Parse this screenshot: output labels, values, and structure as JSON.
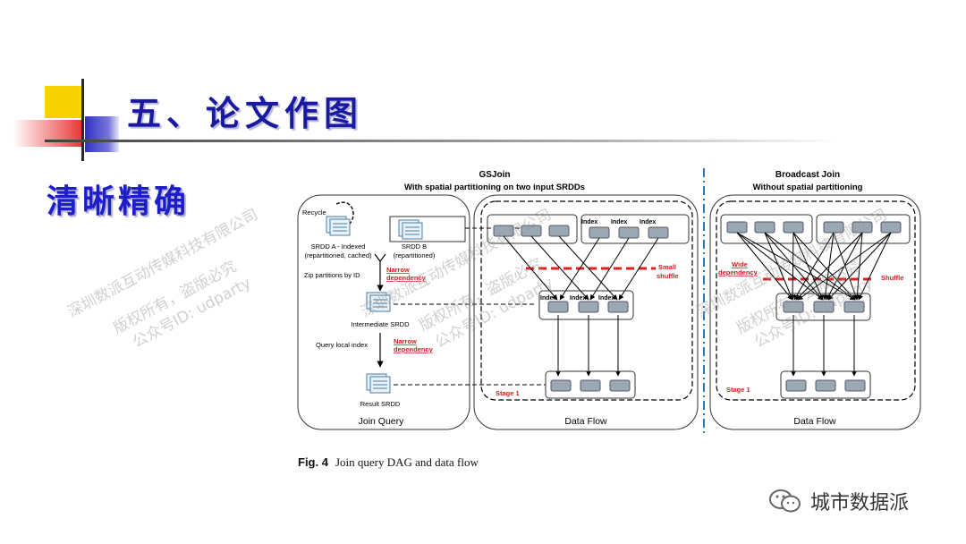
{
  "slide": {
    "title": "五、论文作图",
    "subtitle": "清晰精确"
  },
  "figure": {
    "gsjoin_title": "GSJoin",
    "gsjoin_subtitle": "With spatial partitioning on two input SRDDs",
    "broadcast_title": "Broadcast Join",
    "broadcast_subtitle": "Without spatial partitioning",
    "recycle": "Recycle",
    "srdd_a_1": "SRDD A - Indexed",
    "srdd_a_2": "(repartitioned, cached)",
    "srdd_b_1": "SRDD B",
    "srdd_b_2": "(repartitioned)",
    "zip_label": "Zip partitions by ID",
    "narrow1_a": "Narrow",
    "narrow1_b": "dependency",
    "intermediate": "Intermediate SRDD",
    "query_local": "Query local index",
    "narrow2_a": "Narrow",
    "narrow2_b": "dependency",
    "result": "Result SRDD",
    "join_query": "Join Query",
    "data_flow_1": "Data Flow",
    "data_flow_2": "Data Flow",
    "index_label": "Index",
    "small_shuffle_a": "Small",
    "small_shuffle_b": "shuffle",
    "stage1_a": "Stage 1",
    "stage1_b": "Stage 1",
    "wide_a": "Wide",
    "wide_b": "dependency",
    "shuffle": "Shuffle"
  },
  "caption": {
    "label": "Fig. 4",
    "text": "Join query DAG and data flow"
  },
  "watermarks": {
    "line1": "深圳数派互动传媒科技有限公司",
    "line2": "版权所有，盗版必究",
    "line3": "公众号ID: udparty"
  },
  "brand": {
    "name": "城市数据派"
  },
  "colors": {
    "title_blue": "#1a1aa0",
    "accent_red": "#e02020",
    "deco_yellow": "#f5d000",
    "deco_blue": "#3030c0",
    "deco_red": "#e83030"
  }
}
